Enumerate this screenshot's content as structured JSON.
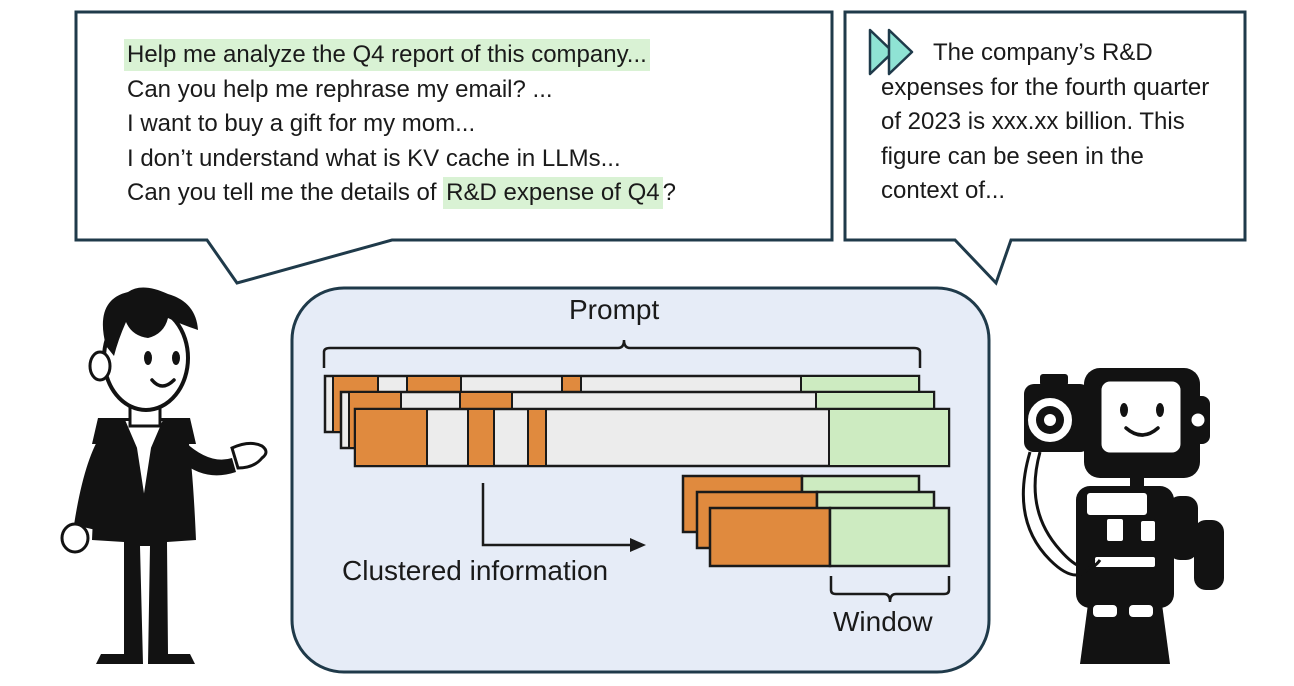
{
  "user_bubble": {
    "lines": [
      {
        "pre": "",
        "hl": "Help me analyze the Q4 report of this company...",
        "post": ""
      },
      {
        "pre": "Can you help me rephrase my email? ...",
        "hl": "",
        "post": ""
      },
      {
        "pre": "I want to buy a gift for my mom...",
        "hl": "",
        "post": ""
      },
      {
        "pre": "I don’t understand what is KV cache in LLMs...",
        "hl": "",
        "post": ""
      },
      {
        "pre": "Can you tell me the details of ",
        "hl": "R&D expense of Q4",
        "post": "?"
      }
    ]
  },
  "bot_bubble": {
    "text": "The company’s R&D expenses for the fourth quarter of 2023 is xxx.xx billion. This figure can be seen in the context of..."
  },
  "diagram": {
    "prompt_label": "Prompt",
    "cluster_label": "Clustered information",
    "window_label": "Window"
  },
  "colors": {
    "outline": "#1f3a4a",
    "panel_fill": "#e6ecf7",
    "cluster": "#e08a3e",
    "window": "#cdebc1",
    "context": "#ececec",
    "highlight": "#d9f2d4",
    "fast_forward": "#8fe3d4"
  },
  "icons": [
    "fast-forward-icon",
    "person-illustration",
    "robot-illustration"
  ]
}
